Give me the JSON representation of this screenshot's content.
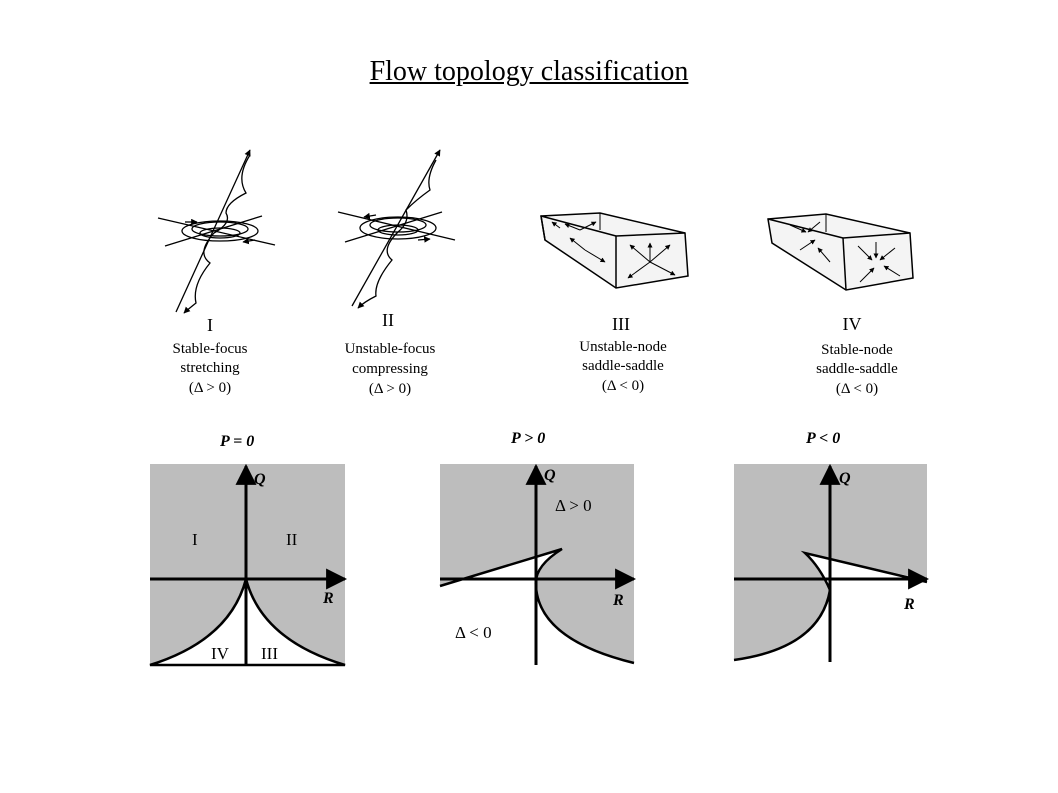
{
  "title": "Flow topology classification",
  "topologies": [
    {
      "numeral": "I",
      "line1": "Stable-focus",
      "line2": "stretching",
      "condition": "(Δ > 0)"
    },
    {
      "numeral": "II",
      "line1": "Unstable-focus",
      "line2": "compressing",
      "condition": "(Δ > 0)"
    },
    {
      "numeral": "III",
      "line1": "Unstable-node",
      "line2": "saddle-saddle",
      "condition": "(Δ < 0)"
    },
    {
      "numeral": "IV",
      "line1": "Stable-node",
      "line2": "saddle-saddle",
      "condition": "(Δ < 0)"
    }
  ],
  "plots": [
    {
      "heading": "P = 0",
      "q_label": "Q",
      "r_label": "R",
      "regions": [
        "I",
        "II",
        "IV",
        "III"
      ]
    },
    {
      "heading": "P > 0",
      "q_label": "Q",
      "r_label": "R",
      "delta_pos": "Δ > 0",
      "delta_neg": "Δ < 0"
    },
    {
      "heading": "P < 0",
      "q_label": "Q",
      "r_label": "R"
    }
  ]
}
